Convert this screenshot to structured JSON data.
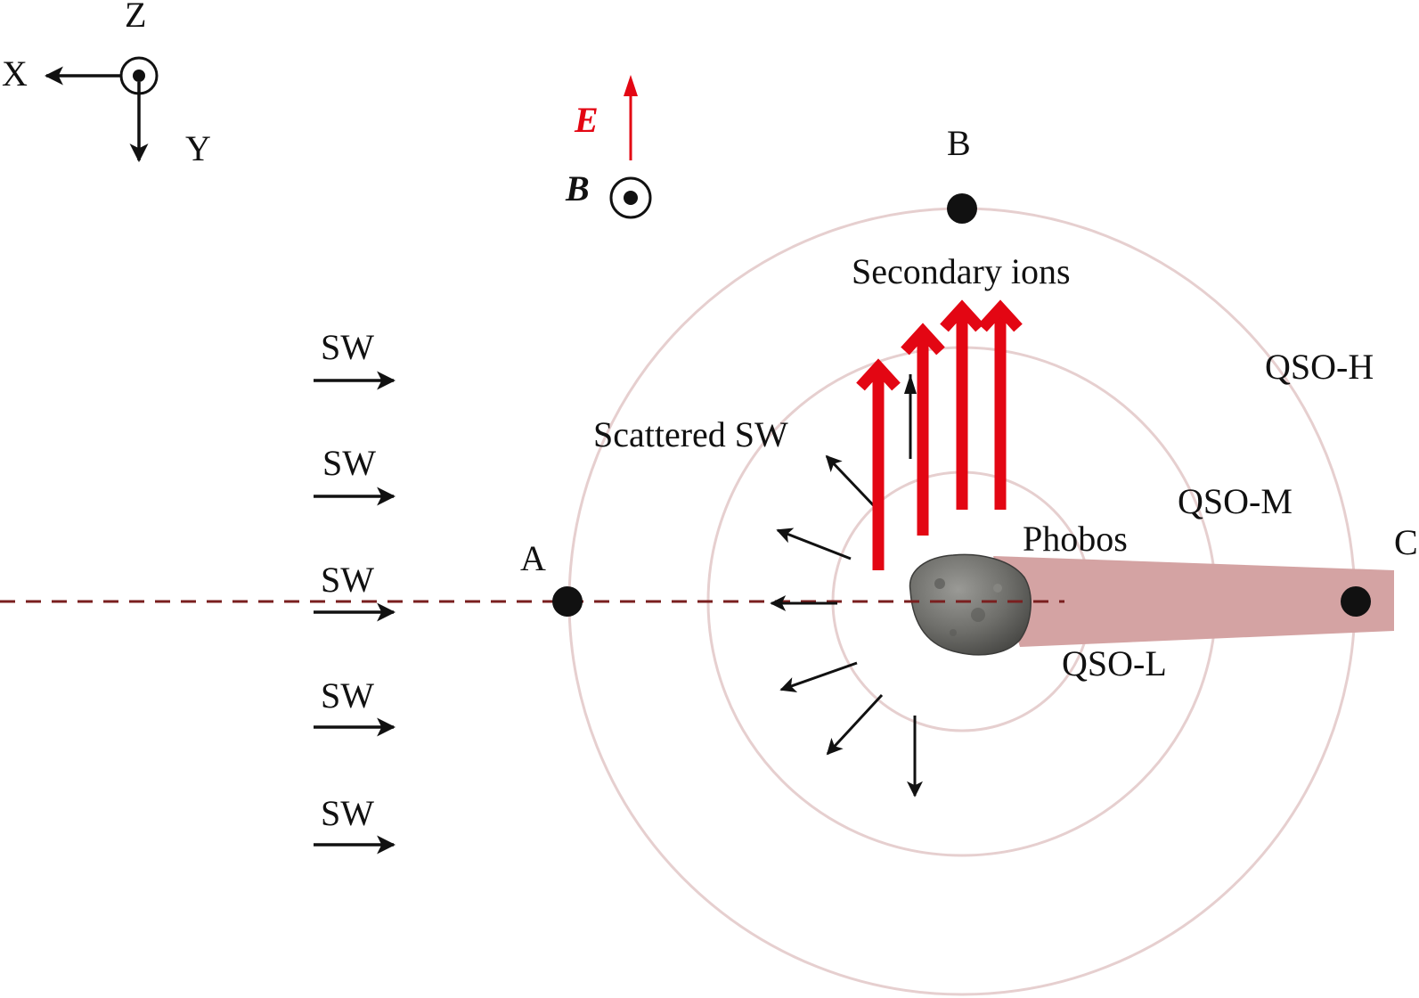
{
  "axes": {
    "x_label": "X",
    "y_label": "Y",
    "z_label": "Z"
  },
  "fields": {
    "e_label": "E",
    "b_label": "B"
  },
  "points": {
    "a_label": "A",
    "b_label": "B",
    "c_label": "C"
  },
  "labels": {
    "secondary_ions": "Secondary ions",
    "scattered_sw": "Scattered SW",
    "phobos": "Phobos",
    "qso_h": "QSO-H",
    "qso_m": "QSO-M",
    "qso_l": "QSO-L"
  },
  "solar_wind": [
    "SW",
    "SW",
    "SW",
    "SW",
    "SW"
  ],
  "colors": {
    "orbit": "#e6cfcf",
    "tail": "#d4a3a3",
    "axis_line": "#7a1f1f",
    "secondary_ions": "#e30613",
    "e_field": "#e30613",
    "text": "#111111"
  },
  "icons": [
    "out-of-plane-icon",
    "phobos-icon"
  ]
}
